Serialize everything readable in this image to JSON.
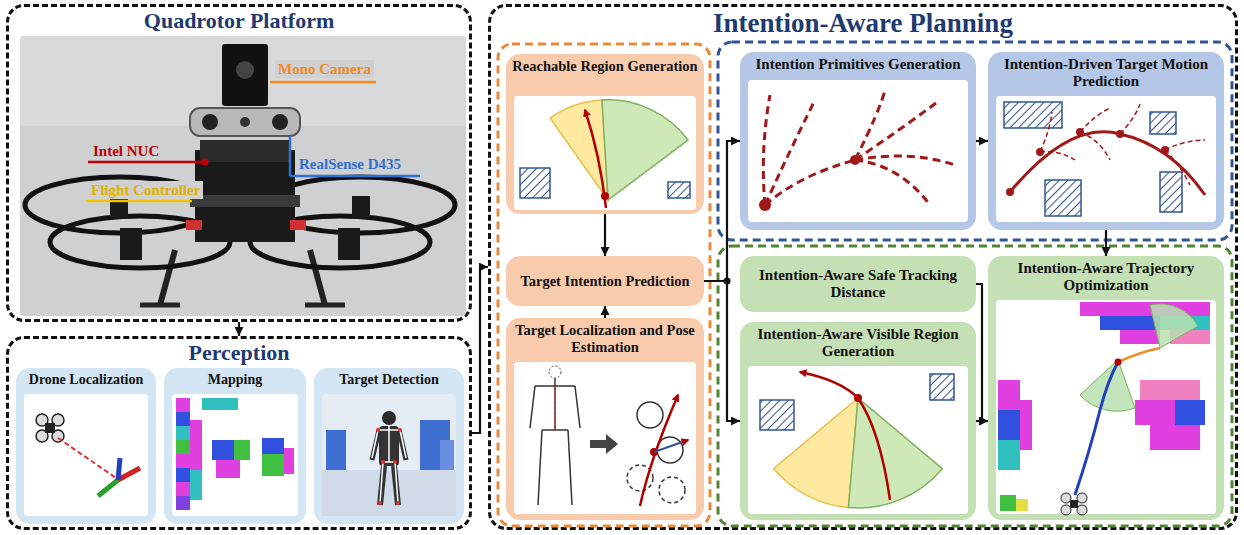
{
  "diagram": {
    "nodes": [
      {
        "text": [
          "Quadrotor Platform"
        ]
      },
      {
        "text": [
          "Perception"
        ]
      },
      {
        "text": [
          "Drone Localization"
        ],
        "in": 1
      },
      {
        "text": [
          "Mapping"
        ],
        "in": 1
      },
      {
        "text": [
          "Target Detection"
        ],
        "in": 1
      },
      {
        "text": [
          "Intention-Aware Planning"
        ]
      },
      {
        "text": [
          "Reachable Region Generation"
        ],
        "in": 5
      },
      {
        "text": [
          "Target Intention Prediction"
        ],
        "in": 5
      },
      {
        "text": [
          "Target Localization and Pose Estimation"
        ],
        "in": 5
      },
      {
        "text": [
          "Intention Primitives Generation"
        ],
        "in": 5
      },
      {
        "text": [
          "Intention-Driven Target Motion Prediction"
        ],
        "in": 5
      },
      {
        "text": [
          "Intention-Aware Safe Tracking Distance"
        ],
        "in": 5
      },
      {
        "text": [
          "Intention-Aware Visible Region Generation"
        ],
        "in": 5
      },
      {
        "text": [
          "Intention-Aware Trajectory Optimization"
        ],
        "in": 5
      }
    ],
    "edges": [
      {
        "from": 0,
        "to": 1,
        "arrow": "to"
      },
      {
        "from": 1,
        "to": 5,
        "arrow": "to"
      },
      {
        "from": 6,
        "to": 7,
        "arrow": "to"
      },
      {
        "from": 8,
        "to": 7,
        "arrow": "to"
      },
      {
        "from": 7,
        "to": 9,
        "arrow": "to"
      },
      {
        "from": 7,
        "to": 12,
        "arrow": "to"
      },
      {
        "from": 9,
        "to": 10,
        "arrow": "to"
      },
      {
        "from": 10,
        "to": 13,
        "arrow": "to"
      },
      {
        "from": 11,
        "to": 13,
        "arrow": "to"
      },
      {
        "from": 12,
        "to": 13,
        "arrow": "to"
      }
    ],
    "labels": [
      "Mono Camera",
      "Intel NUC",
      "RealSense D435",
      "Flight Controller"
    ]
  }
}
